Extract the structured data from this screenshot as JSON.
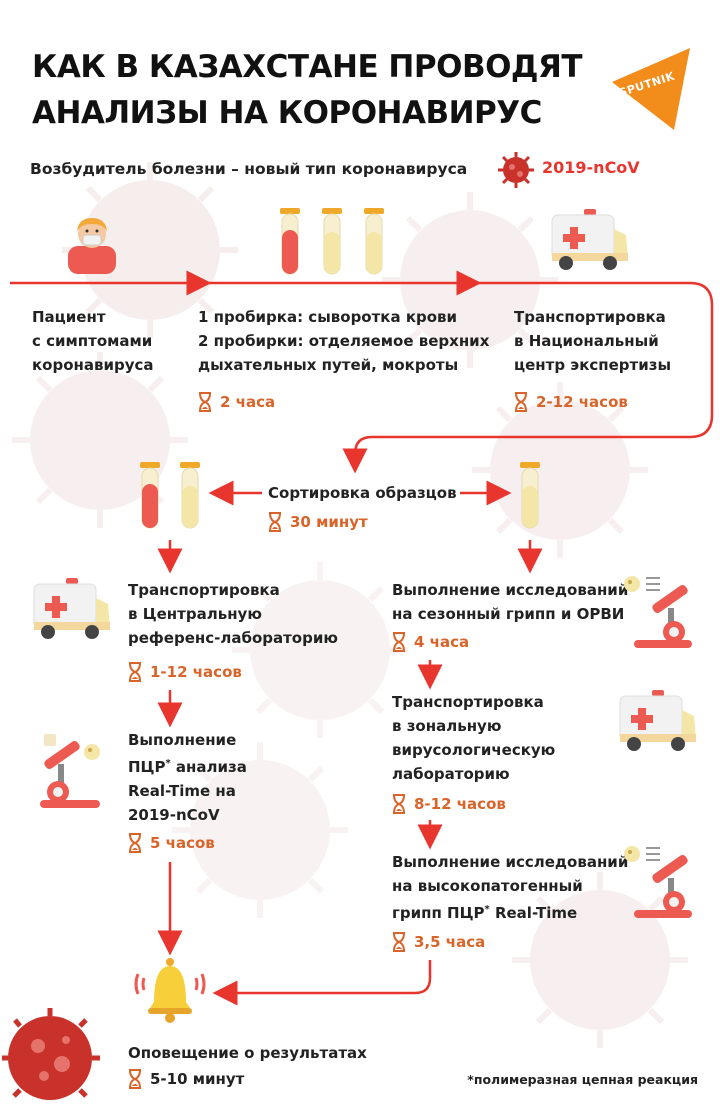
{
  "header": {
    "title_line1": "КАК В КАЗАХСТАНЕ ПРОВОДЯТ",
    "title_line2": "АНАЛИЗЫ НА КОРОНАВИРУС",
    "logo_text": "SPUTNIK"
  },
  "intro": {
    "text": "Возбудитель болезни – новый тип коронавируса",
    "virus_name": "2019-nCoV"
  },
  "steps": {
    "patient": {
      "line1": "Пациент",
      "line2": "с симптомами",
      "line3": "коронавируса"
    },
    "tubes": {
      "line1": "1 пробирка: сыворотка крови",
      "line2": "2 пробирки: отделяемое верхних",
      "line3": "дыхательных путей, мокроты",
      "time": "2 часа"
    },
    "transport_national": {
      "line1": "Транспортировка",
      "line2": "в Национальный",
      "line3": "центр экспертизы",
      "time": "2-12 часов"
    },
    "sorting": {
      "label": "Сортировка образцов",
      "time": "30 минут"
    },
    "transport_central": {
      "line1": "Транспортировка",
      "line2": "в Центральную",
      "line3": "референс-лабораторию",
      "time": "1-12 часов"
    },
    "pcr_ncov": {
      "line1": "Выполнение",
      "line2_a": "ПЦР",
      "line2_star": "*",
      "line2_b": " анализа",
      "line3": "Real-Time на",
      "line4": "2019-nCoV",
      "time": "5 часов"
    },
    "seasonal_flu": {
      "line1": "Выполнение исследований",
      "line2": "на сезонный грипп и ОРВИ",
      "time": "4 часа"
    },
    "transport_zonal": {
      "line1": "Транспортировка",
      "line2": "в зональную",
      "line3": "вирусологическую",
      "line4": "лабораторию",
      "time": "8-12 часов"
    },
    "high_path_flu": {
      "line1": "Выполнение исследований",
      "line2": "на высокопатогенный",
      "line3_a": "грипп ПЦР",
      "line3_star": "*",
      "line3_b": " Real-Time",
      "time": "3,5 часа"
    },
    "notification": {
      "label": "Оповещение о результатах",
      "time": "5-10 минут"
    }
  },
  "footnote": "*полимеразная цепная реакция",
  "colors": {
    "accent_red": "#e8362e",
    "time_orange": "#d9642a",
    "logo_orange": "#f28c1b"
  },
  "icons": [
    "virus-icon",
    "patient-icon",
    "test-tube-icon",
    "ambulance-icon",
    "microscope-icon",
    "bell-icon",
    "hourglass-icon"
  ]
}
